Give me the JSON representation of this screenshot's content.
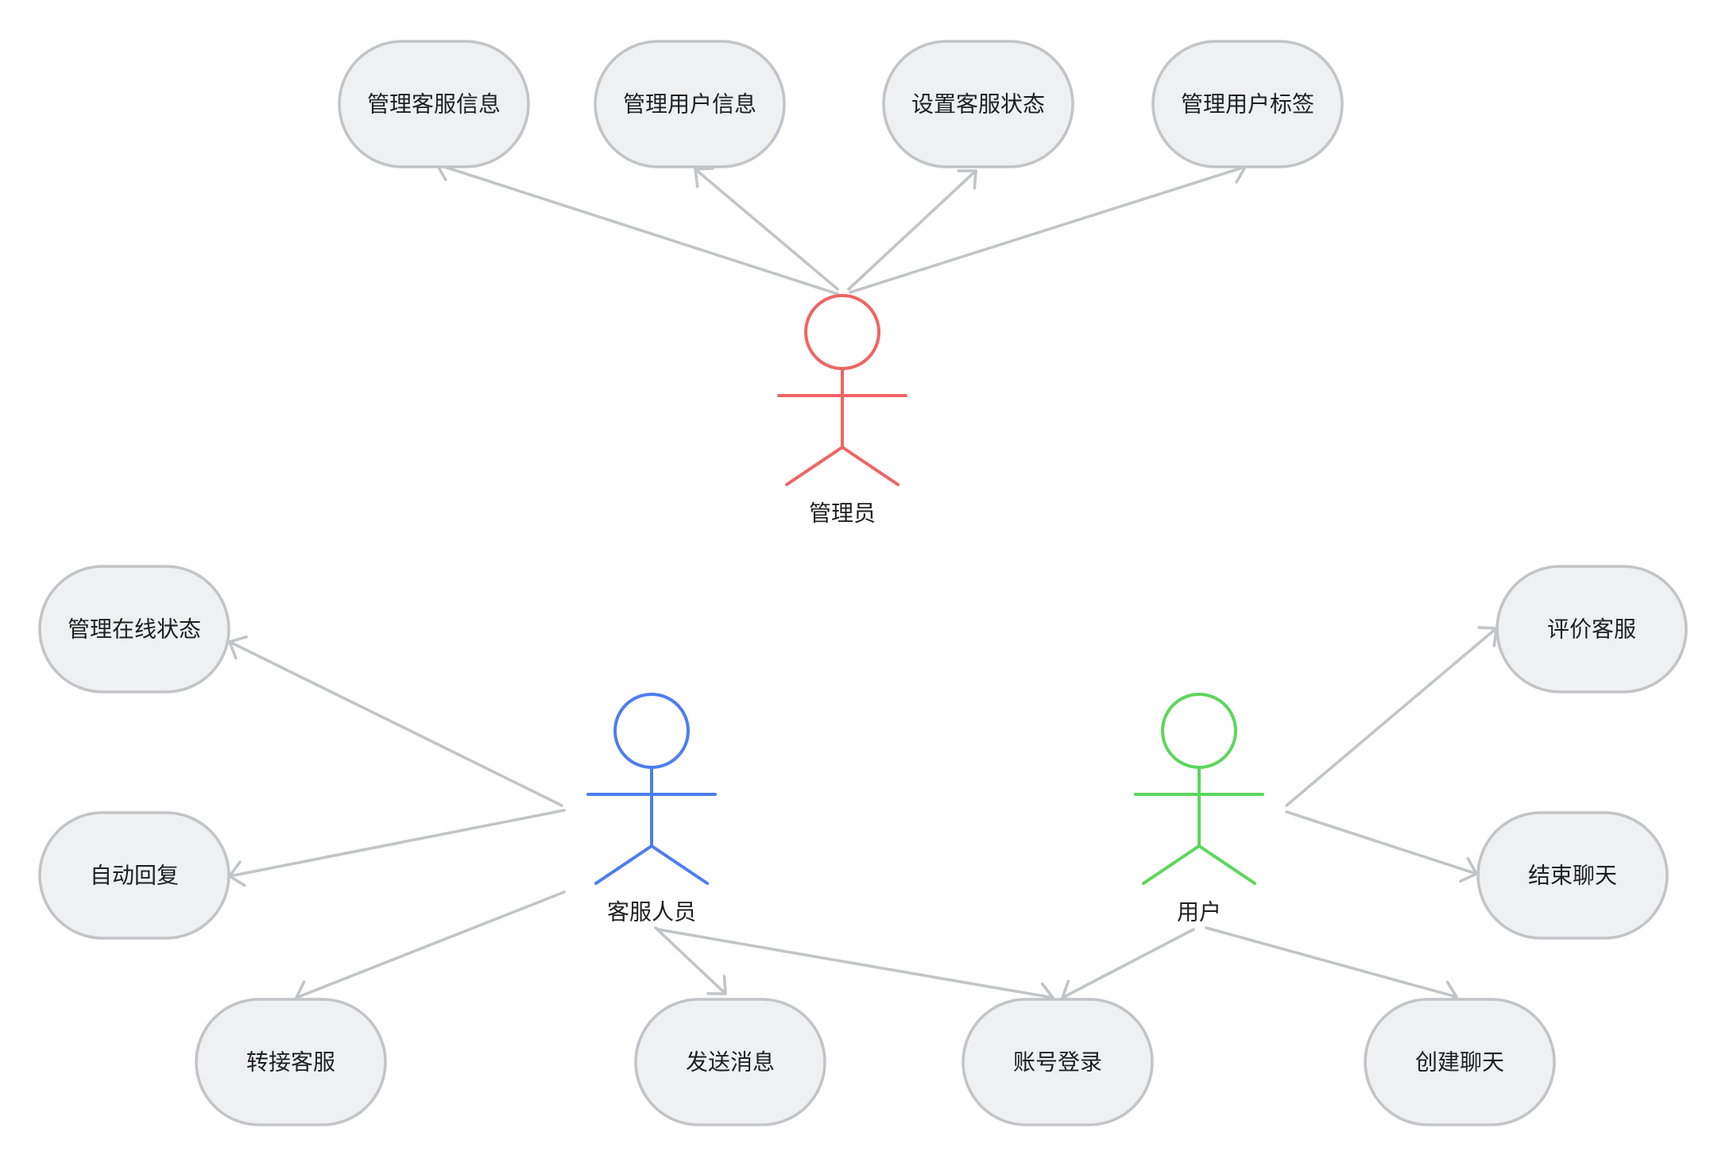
{
  "diagram": {
    "actors": [
      {
        "id": "admin",
        "label": "管理员",
        "color": "#ef6464"
      },
      {
        "id": "agent",
        "label": "客服人员",
        "color": "#4c7df0"
      },
      {
        "id": "user",
        "label": "用户",
        "color": "#5cd65c"
      }
    ],
    "usecases": [
      {
        "id": "manage-agent-info",
        "label": "管理客服信息"
      },
      {
        "id": "manage-user-info",
        "label": "管理用户信息"
      },
      {
        "id": "set-agent-status",
        "label": "设置客服状态"
      },
      {
        "id": "manage-user-tags",
        "label": "管理用户标签"
      },
      {
        "id": "manage-online-status",
        "label": "管理在线状态"
      },
      {
        "id": "auto-reply",
        "label": "自动回复"
      },
      {
        "id": "transfer-agent",
        "label": "转接客服"
      },
      {
        "id": "send-message",
        "label": "发送消息"
      },
      {
        "id": "account-login",
        "label": "账号登录"
      },
      {
        "id": "create-chat",
        "label": "创建聊天"
      },
      {
        "id": "rate-agent",
        "label": "评价客服"
      },
      {
        "id": "end-chat",
        "label": "结束聊天"
      }
    ],
    "edges": [
      {
        "from": "admin",
        "to": "manage-agent-info"
      },
      {
        "from": "admin",
        "to": "manage-user-info"
      },
      {
        "from": "admin",
        "to": "set-agent-status"
      },
      {
        "from": "admin",
        "to": "manage-user-tags"
      },
      {
        "from": "agent",
        "to": "manage-online-status"
      },
      {
        "from": "agent",
        "to": "auto-reply"
      },
      {
        "from": "agent",
        "to": "transfer-agent"
      },
      {
        "from": "agent",
        "to": "send-message"
      },
      {
        "from": "agent",
        "to": "account-login"
      },
      {
        "from": "user",
        "to": "account-login"
      },
      {
        "from": "user",
        "to": "create-chat"
      },
      {
        "from": "user",
        "to": "rate-agent"
      },
      {
        "from": "user",
        "to": "end-chat"
      }
    ],
    "colors": {
      "usecase_fill": "#eff0f2",
      "usecase_border": "#c3c4c8",
      "edge": "#c3c4c8",
      "text": "#1f1f1f"
    }
  }
}
